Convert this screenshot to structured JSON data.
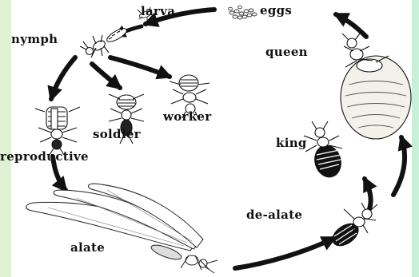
{
  "diagram": {
    "labels": {
      "larva": "larva",
      "eggs": "eggs",
      "nymph": "nymph",
      "queen": "queen",
      "soldier": "soldier",
      "worker": "worker",
      "king": "king",
      "reproductive": "reproductive",
      "de_alate": "de-alate",
      "alate": "alate"
    },
    "stages": [
      "eggs",
      "larva",
      "nymph",
      "worker",
      "soldier",
      "reproductive",
      "alate",
      "de-alate",
      "king",
      "queen"
    ],
    "colors": {
      "ink": "#111111",
      "left_stripe": "#dff3d3",
      "right_stripe": "#c8f0d8",
      "queen_abdomen": "#f4f1ea"
    },
    "icons": [
      "larva-icon",
      "eggs-icon",
      "nymph-icon",
      "queen-icon",
      "soldier-icon",
      "worker-icon",
      "king-icon",
      "reproductive-icon",
      "de-alate-icon",
      "alate-icon",
      "cycle-arrow-icon"
    ]
  }
}
